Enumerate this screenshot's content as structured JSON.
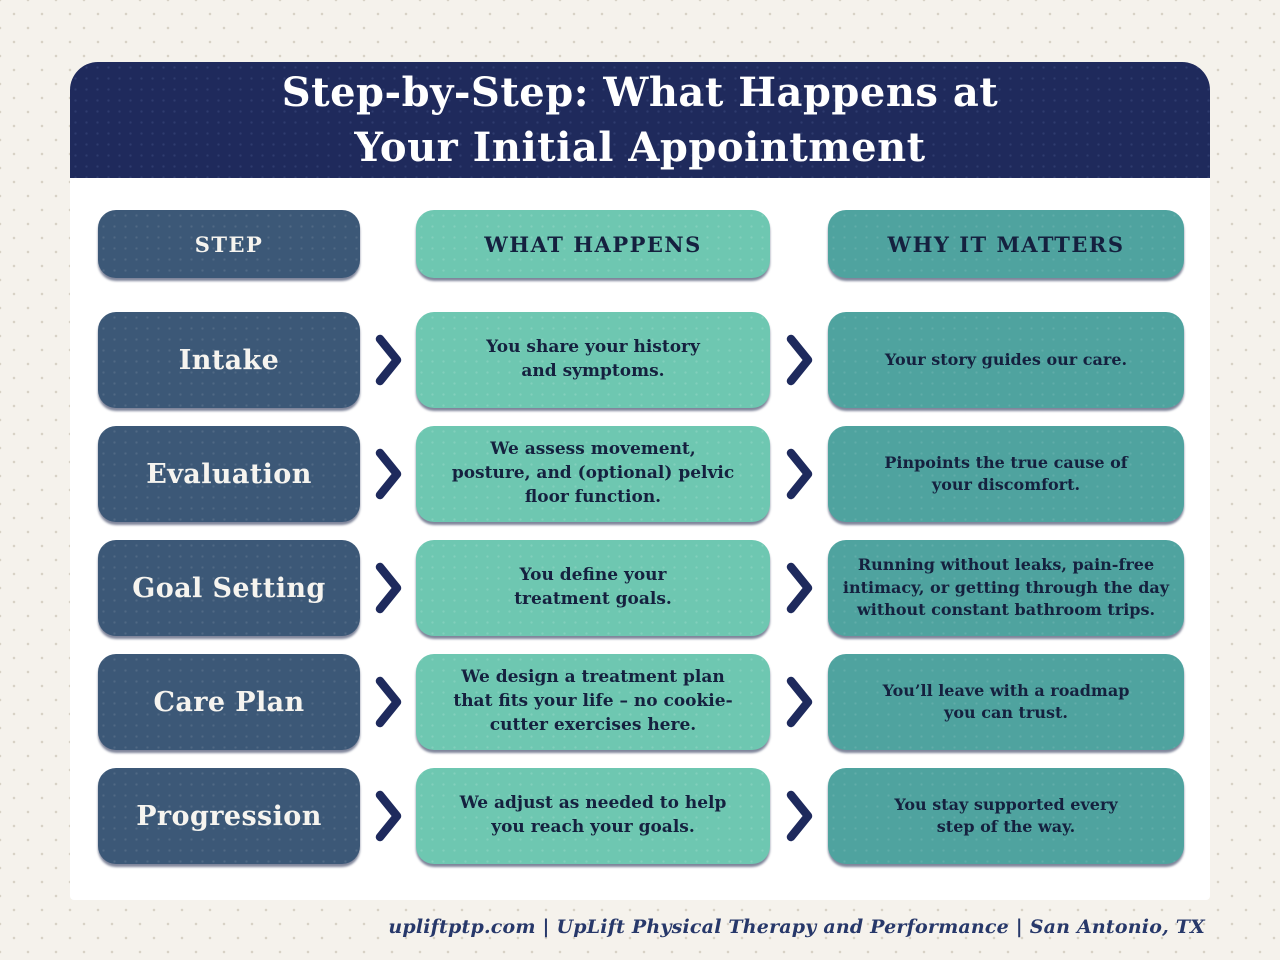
{
  "header": {
    "title": "Step-by-Step: What Happens at\nYour Initial Appointment"
  },
  "table": {
    "columns": [
      "STEP",
      "WHAT HAPPENS",
      "WHY IT MATTERS"
    ],
    "rows": [
      {
        "step": "Intake",
        "what": "You share your history\nand symptoms.",
        "why": "Your story guides our care."
      },
      {
        "step": "Evaluation",
        "what": "We assess movement,\nposture, and (optional) pelvic\nfloor function.",
        "why": "Pinpoints the true cause of\nyour discomfort."
      },
      {
        "step": "Goal Setting",
        "what": "You define your\ntreatment goals.",
        "why": "Running without leaks, pain-free\nintimacy, or getting through the day\nwithout constant bathroom trips."
      },
      {
        "step": "Care Plan",
        "what": "We design a treatment plan\nthat fits your life – no cookie-\ncutter exercises here.",
        "why": "You’ll leave with a roadmap\nyou can trust."
      },
      {
        "step": "Progression",
        "what": "We adjust as needed to help\nyou reach your goals.",
        "why": "You stay supported every\nstep of the way."
      }
    ]
  },
  "footer": {
    "text": "upliftptp.com | UpLift Physical Therapy and Performance | San Antonio, TX"
  },
  "icons": {
    "between_columns": "chevron-right-icon"
  },
  "colors": {
    "background": "#f5f2ec",
    "background_dots": "#d8d2c6",
    "banner_navy": "#1f2a5c",
    "step_slate": "#3c5877",
    "what_mint": "#6ec7b1",
    "why_teal": "#4fa39f",
    "chevron_navy": "#1e2a5d",
    "body_text_navy": "#15213f",
    "footer_navy": "#27386a",
    "card_white": "#ffffff"
  }
}
